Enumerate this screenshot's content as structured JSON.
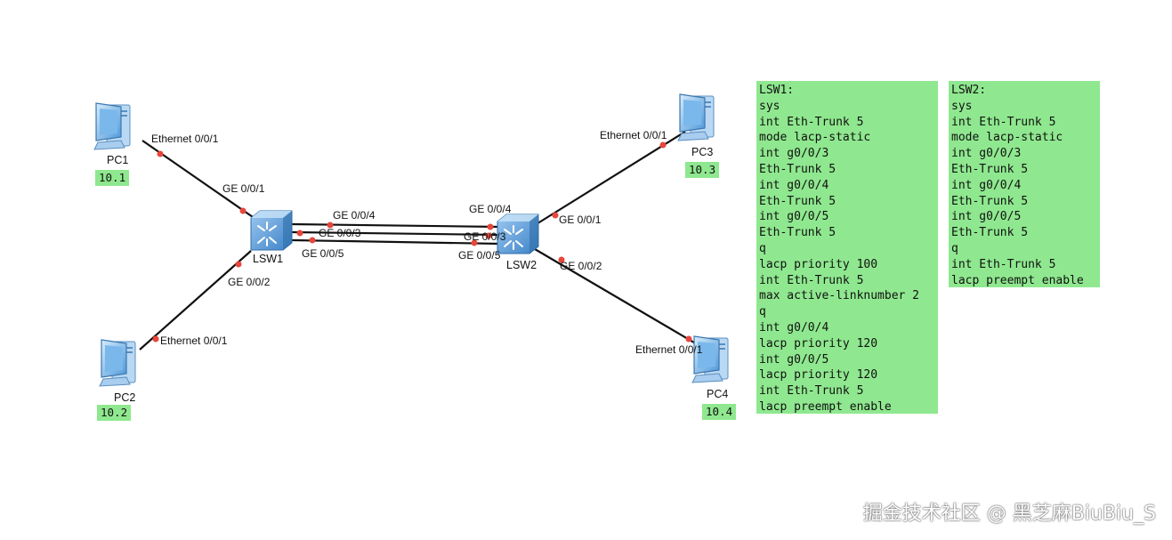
{
  "devices": {
    "pc1": {
      "name": "PC1",
      "ip": "10.1"
    },
    "pc2": {
      "name": "PC2",
      "ip": "10.2"
    },
    "pc3": {
      "name": "PC3",
      "ip": "10.3"
    },
    "pc4": {
      "name": "PC4",
      "ip": "10.4"
    },
    "lsw1": {
      "name": "LSW1"
    },
    "lsw2": {
      "name": "LSW2"
    }
  },
  "ports": {
    "pc1_eth": "Ethernet 0/0/1",
    "lsw1_ge1": "GE 0/0/1",
    "lsw1_ge2": "GE 0/0/2",
    "pc2_eth": "Ethernet 0/0/1",
    "lsw1_ge4": "GE 0/0/4",
    "lsw1_ge3": "GE 0/0/3",
    "lsw1_ge5": "GE 0/0/5",
    "lsw2_ge4": "GE 0/0/4",
    "lsw2_ge3": "GE 0/0/3",
    "lsw2_ge5": "GE 0/0/5",
    "lsw2_ge1": "GE 0/0/1",
    "lsw2_ge2": "GE 0/0/2",
    "pc3_eth": "Ethernet 0/0/1",
    "pc4_eth": "Ethernet 0/0/1"
  },
  "config_lsw1": [
    "LSW1:",
    "sys",
    "int Eth-Trunk 5",
    "mode lacp-static",
    "int g0/0/3",
    "Eth-Trunk 5",
    "int g0/0/4",
    "Eth-Trunk 5",
    "int g0/0/5",
    "Eth-Trunk 5",
    "q",
    "lacp priority 100",
    "int Eth-Trunk 5",
    "max active-linknumber 2",
    "q",
    "int g0/0/4",
    "lacp priority 120",
    "int g0/0/5",
    "lacp priority 120",
    "int Eth-Trunk 5",
    "lacp preempt enable"
  ],
  "config_lsw2": [
    "LSW2:",
    "sys",
    "int Eth-Trunk 5",
    "mode lacp-static",
    "int g0/0/3",
    "Eth-Trunk 5",
    "int g0/0/4",
    "Eth-Trunk 5",
    "int g0/0/5",
    "Eth-Trunk 5",
    "q",
    "int Eth-Trunk 5",
    "lacp preempt enable"
  ],
  "watermark": "掘金技术社区 @ 黑芝麻BiuBiu_S",
  "colors": {
    "link": "#111111",
    "port_dot": "#e8463c",
    "badge": "#8fe88f",
    "switch": "#5aa0dc",
    "pc": "#6bb0e8"
  }
}
